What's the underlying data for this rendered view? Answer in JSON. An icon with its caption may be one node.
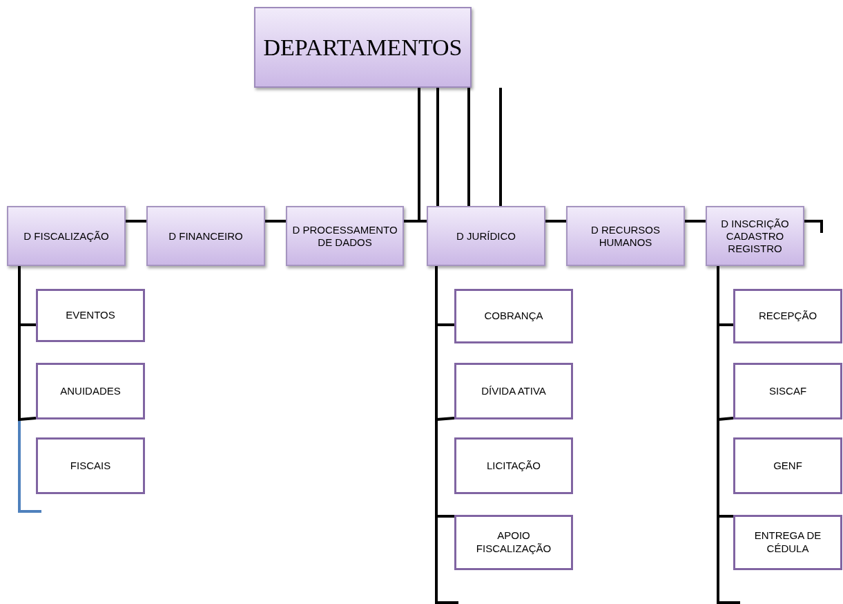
{
  "diagram": {
    "nodes": [
      {
        "text": [
          "DEPARTAMENTOS"
        ]
      },
      {
        "text": [
          "D FISCALIZAÇÃO"
        ]
      },
      {
        "text": [
          "D FINANCEIRO"
        ]
      },
      {
        "text": [
          "D PROCESSAMENTO DE DADOS"
        ]
      },
      {
        "text": [
          "D JURÍDICO"
        ]
      },
      {
        "text": [
          "D RECURSOS HUMANOS"
        ]
      },
      {
        "text": [
          "D INSCRIÇÃO CADASTRO REGISTRO"
        ]
      },
      {
        "text": [
          "EVENTOS"
        ]
      },
      {
        "text": [
          "ANUIDADES"
        ]
      },
      {
        "text": [
          "FISCAIS"
        ]
      },
      {
        "text": [
          "COBRANÇA"
        ]
      },
      {
        "text": [
          "DÍVIDA ATIVA"
        ]
      },
      {
        "text": [
          "LICITAÇÃO"
        ]
      },
      {
        "text": [
          "APOIO FISCALIZAÇÃO"
        ]
      },
      {
        "text": [
          "RECEPÇÃO"
        ]
      },
      {
        "text": [
          "SISCAF"
        ]
      },
      {
        "text": [
          "GENF"
        ]
      },
      {
        "text": [
          "ENTREGA DE CÉDULA"
        ]
      }
    ],
    "edges": [
      {
        "from": 0,
        "to": 3,
        "arrow": "none"
      },
      {
        "from": 0,
        "to": 4,
        "arrow": "none"
      },
      {
        "from": 0,
        "to": 4,
        "arrow": "none"
      },
      {
        "from": 0,
        "to": 4,
        "arrow": "none"
      },
      {
        "from": 1,
        "to": 2,
        "arrow": "none"
      },
      {
        "from": 2,
        "to": 3,
        "arrow": "none"
      },
      {
        "from": 3,
        "to": 4,
        "arrow": "none"
      },
      {
        "from": 4,
        "to": 5,
        "arrow": "none"
      },
      {
        "from": 5,
        "to": 6,
        "arrow": "none"
      },
      {
        "from": 6,
        "to": null,
        "arrow": "none"
      },
      {
        "from": 1,
        "to": null,
        "arrow": "none",
        "color": "#4f81bd"
      },
      {
        "from": 1,
        "to": 7,
        "arrow": "none"
      },
      {
        "from": 1,
        "to": 8,
        "arrow": "none"
      },
      {
        "from": 4,
        "to": 10,
        "arrow": "none"
      },
      {
        "from": 4,
        "to": 11,
        "arrow": "none"
      },
      {
        "from": 4,
        "to": 13,
        "arrow": "none"
      },
      {
        "from": 4,
        "to": null,
        "arrow": "none"
      },
      {
        "from": 6,
        "to": 14,
        "arrow": "none"
      },
      {
        "from": 6,
        "to": 15,
        "arrow": "none"
      },
      {
        "from": 6,
        "to": 17,
        "arrow": "none"
      },
      {
        "from": 6,
        "to": null,
        "arrow": "none"
      }
    ]
  }
}
